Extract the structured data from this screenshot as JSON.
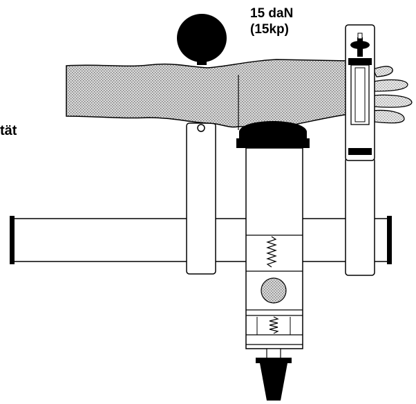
{
  "labels": {
    "force_line1": "15 daN",
    "force_line2": "(15kp)",
    "side_partial": "tät"
  },
  "colors": {
    "ink": "#000000",
    "stipple": "#8c8c8c",
    "paper": "#ffffff",
    "shade": "#c8c8c8"
  }
}
